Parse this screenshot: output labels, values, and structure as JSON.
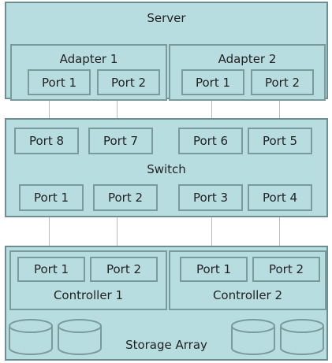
{
  "server": {
    "title": "Server",
    "adapters": [
      {
        "label": "Adapter 1",
        "ports": [
          "Port 1",
          "Port 2"
        ]
      },
      {
        "label": "Adapter 2",
        "ports": [
          "Port 1",
          "Port 2"
        ]
      }
    ]
  },
  "switch": {
    "title": "Switch",
    "top_ports": [
      "Port 8",
      "Port 7",
      "Port 6",
      "Port 5"
    ],
    "bottom_ports": [
      "Port 1",
      "Port 2",
      "Port 3",
      "Port 4"
    ]
  },
  "storage": {
    "title": "Storage Array",
    "controllers": [
      {
        "label": "Controller 1",
        "ports": [
          "Port 1",
          "Port 2"
        ]
      },
      {
        "label": "Controller 2",
        "ports": [
          "Port 1",
          "Port 2"
        ]
      }
    ],
    "disk_icon": "disk-icon"
  },
  "colors": {
    "panel_fill": "#b8dde0",
    "border": "#7a9a9c",
    "wire": "#bcbcbc"
  }
}
